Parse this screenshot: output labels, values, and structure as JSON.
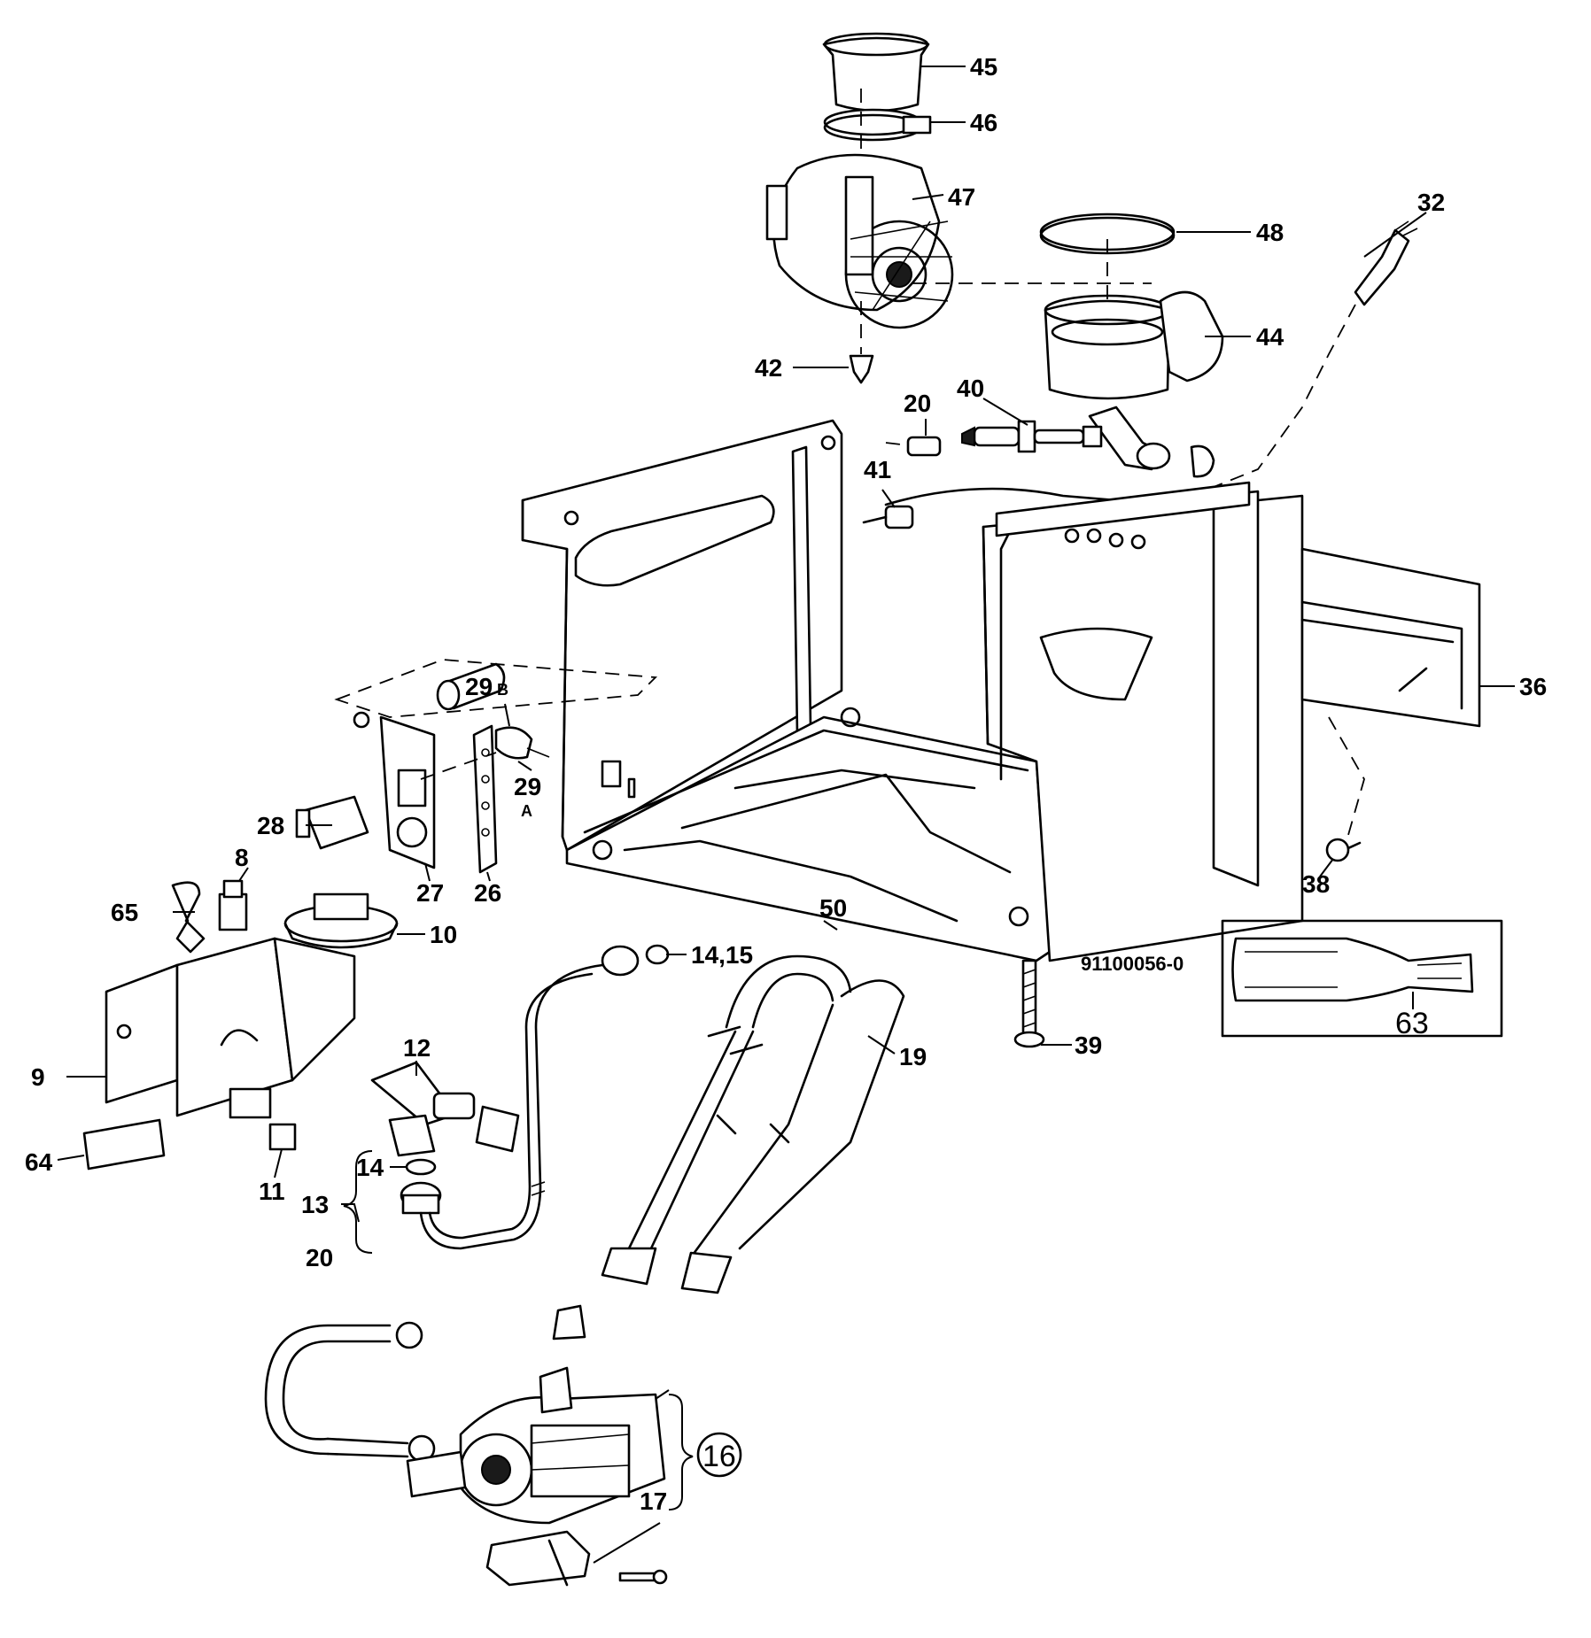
{
  "reference_code": "91100056-0",
  "callouts": {
    "p45": "45",
    "p46": "46",
    "p47": "47",
    "p48": "48",
    "p32": "32",
    "p44": "44",
    "p42": "42",
    "p20a": "20",
    "p40": "40",
    "p41": "41",
    "p36": "36",
    "p38": "38",
    "p29b": "29",
    "p29b_sub": "B",
    "p29a": "29",
    "p29a_sub": "A",
    "p28": "28",
    "p27": "27",
    "p26": "26",
    "p8": "8",
    "p65": "65",
    "p10": "10",
    "p50": "50",
    "p14_15": "14,15",
    "p19": "19",
    "p39": "39",
    "p63": "63",
    "p12": "12",
    "p9": "9",
    "p64": "64",
    "p11": "11",
    "p14": "14",
    "p13": "13",
    "p20b": "20",
    "p16": "16",
    "p17": "17"
  }
}
